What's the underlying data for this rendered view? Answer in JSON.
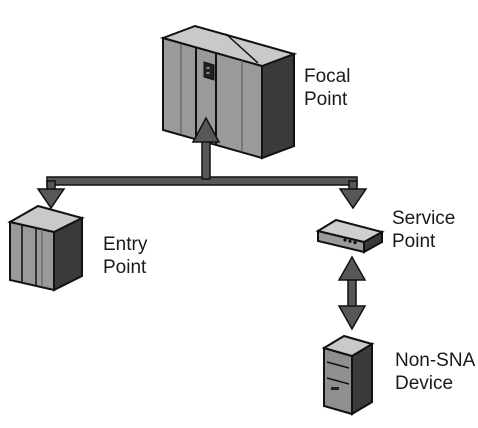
{
  "nodes": {
    "focal_point": {
      "line1": "Focal",
      "line2": "Point"
    },
    "entry_point": {
      "line1": "Entry",
      "line2": "Point"
    },
    "service_point": {
      "line1": "Service",
      "line2": "Point"
    },
    "non_sna_device": {
      "line1": "Non-SNA",
      "line2": "Device"
    }
  }
}
